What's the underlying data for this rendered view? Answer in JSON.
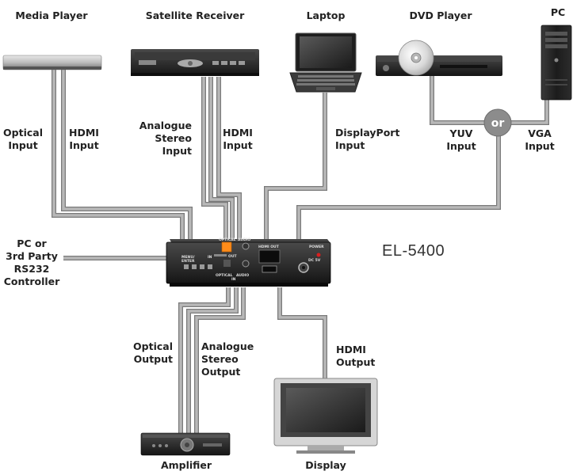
{
  "devices": {
    "media_player": "Media Player",
    "satellite_receiver": "Satellite Receiver",
    "laptop": "Laptop",
    "dvd_player": "DVD Player",
    "pc": "PC",
    "amplifier": "Amplifier",
    "display": "Display"
  },
  "connections": {
    "optical_input": [
      "Optical",
      "Input"
    ],
    "hdmi_input_1": [
      "HDMI",
      "Input"
    ],
    "analogue_stereo_input": [
      "Analogue",
      "Stereo",
      "Input"
    ],
    "hdmi_input_2": [
      "HDMI",
      "Input"
    ],
    "displayport_input": [
      "DisplayPort",
      "Input"
    ],
    "yuv_input": [
      "YUV",
      "Input"
    ],
    "vga_input": [
      "VGA",
      "Input"
    ],
    "rs232_controller": [
      "PC or",
      "3rd Party",
      "RS232",
      "Controller"
    ],
    "optical_output": [
      "Optical",
      "Output"
    ],
    "analogue_stereo_output": [
      "Analogue",
      "Stereo",
      "Output"
    ],
    "hdmi_output": [
      "HDMI",
      "Output"
    ]
  },
  "converter": {
    "model": "EL-5400",
    "label_menu": "MENU/",
    "label_enter": "ENTER",
    "label_in": "IN",
    "label_out": "OUT",
    "label_optical_out": "OPTICAL",
    "label_audio_out": "AUDIO",
    "label_hdmi_out": "HDMI OUT",
    "label_power": "POWER",
    "label_dc": "DC 5V",
    "label_optical_in": "OPTICAL",
    "label_audio_in": "AUDIO",
    "label_in_small": "IN"
  },
  "junction": {
    "label": "or"
  },
  "colors": {
    "cable": "#a9a9a9",
    "cable_edge": "#7a7a7a",
    "device_dark": "#222222",
    "or_bubble": "#8c8c8c"
  }
}
